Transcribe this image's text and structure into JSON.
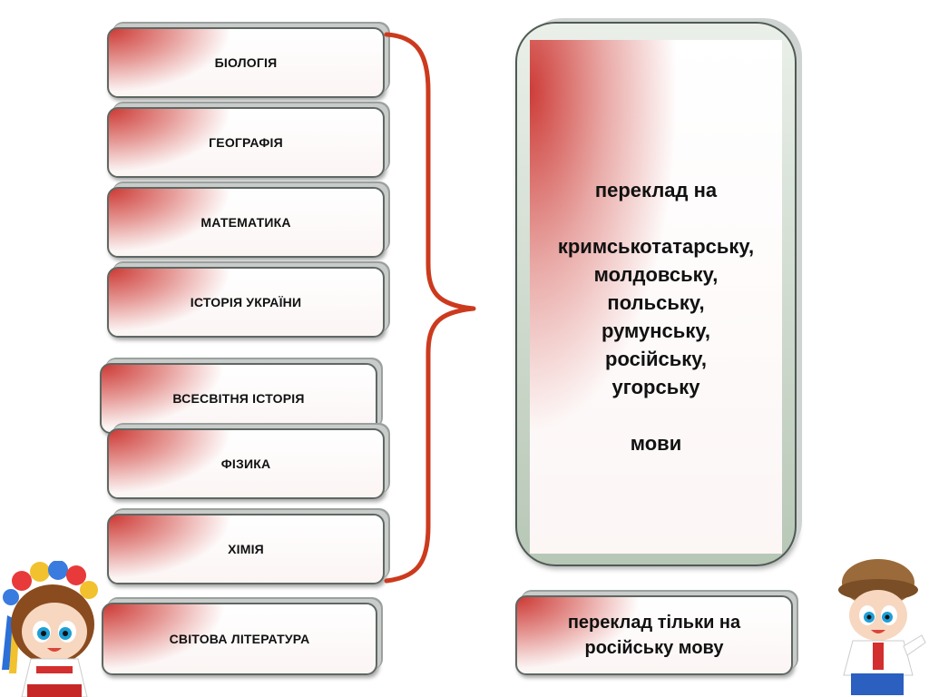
{
  "subjects": [
    "БІОЛОГІЯ",
    "ГЕОГРАФІЯ",
    "МАТЕМАТИКА",
    "ІСТОРІЯ УКРАЇНИ",
    "ВСЕСВІТНЯ ІСТОРІЯ",
    "ФІЗИКА",
    "ХІМІЯ",
    "СВІТОВА ЛІТЕРАТУРА"
  ],
  "translation_panel": {
    "lines": [
      "переклад на",
      "",
      "кримськотатарську,",
      "молдовську,",
      "польську,",
      "румунську,",
      "російську,",
      "угорську",
      "",
      "мови"
    ]
  },
  "russian_only_panel": {
    "line1": "переклад тільки на",
    "line2": "російську мову"
  },
  "colors": {
    "accent_red": "#c8281f",
    "brace": "#cc3a1e",
    "frame_green": "#b7c7b6"
  }
}
